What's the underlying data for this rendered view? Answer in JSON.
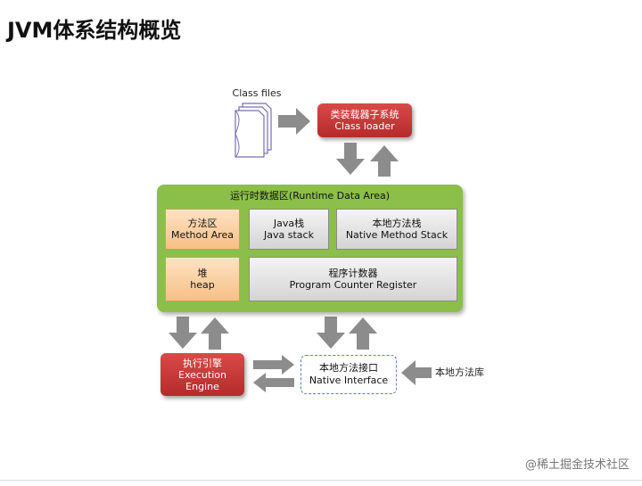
{
  "title": "JVM体系结构概览",
  "class_files": "Class files",
  "class_loader": {
    "cn": "类装载器子系统",
    "en": "Class loader"
  },
  "runtime_area": {
    "title": "运行时数据区(Runtime Data Area)",
    "method_area": {
      "cn": "方法区",
      "en": "Method Area"
    },
    "java_stack": {
      "cn": "Java栈",
      "en": "Java stack"
    },
    "native_method_stack": {
      "cn": "本地方法栈",
      "en": "Native Method Stack"
    },
    "heap": {
      "cn": "堆",
      "en": "heap"
    },
    "pc_register": {
      "cn": "程序计数器",
      "en": "Program Counter Register"
    }
  },
  "execution_engine": {
    "cn": "执行引擎",
    "en1": "Execution",
    "en2": "Engine"
  },
  "native_interface": {
    "cn": "本地方法接口",
    "en": "Native Interface"
  },
  "native_library": "本地方法库",
  "watermark": "@稀土掘金技术社区",
  "colors": {
    "red": "#c0352f",
    "green": "#8bbf4a",
    "orange": "#f8bf85",
    "arrow": "#8c8c8c",
    "dashed": "#5a80b8"
  }
}
